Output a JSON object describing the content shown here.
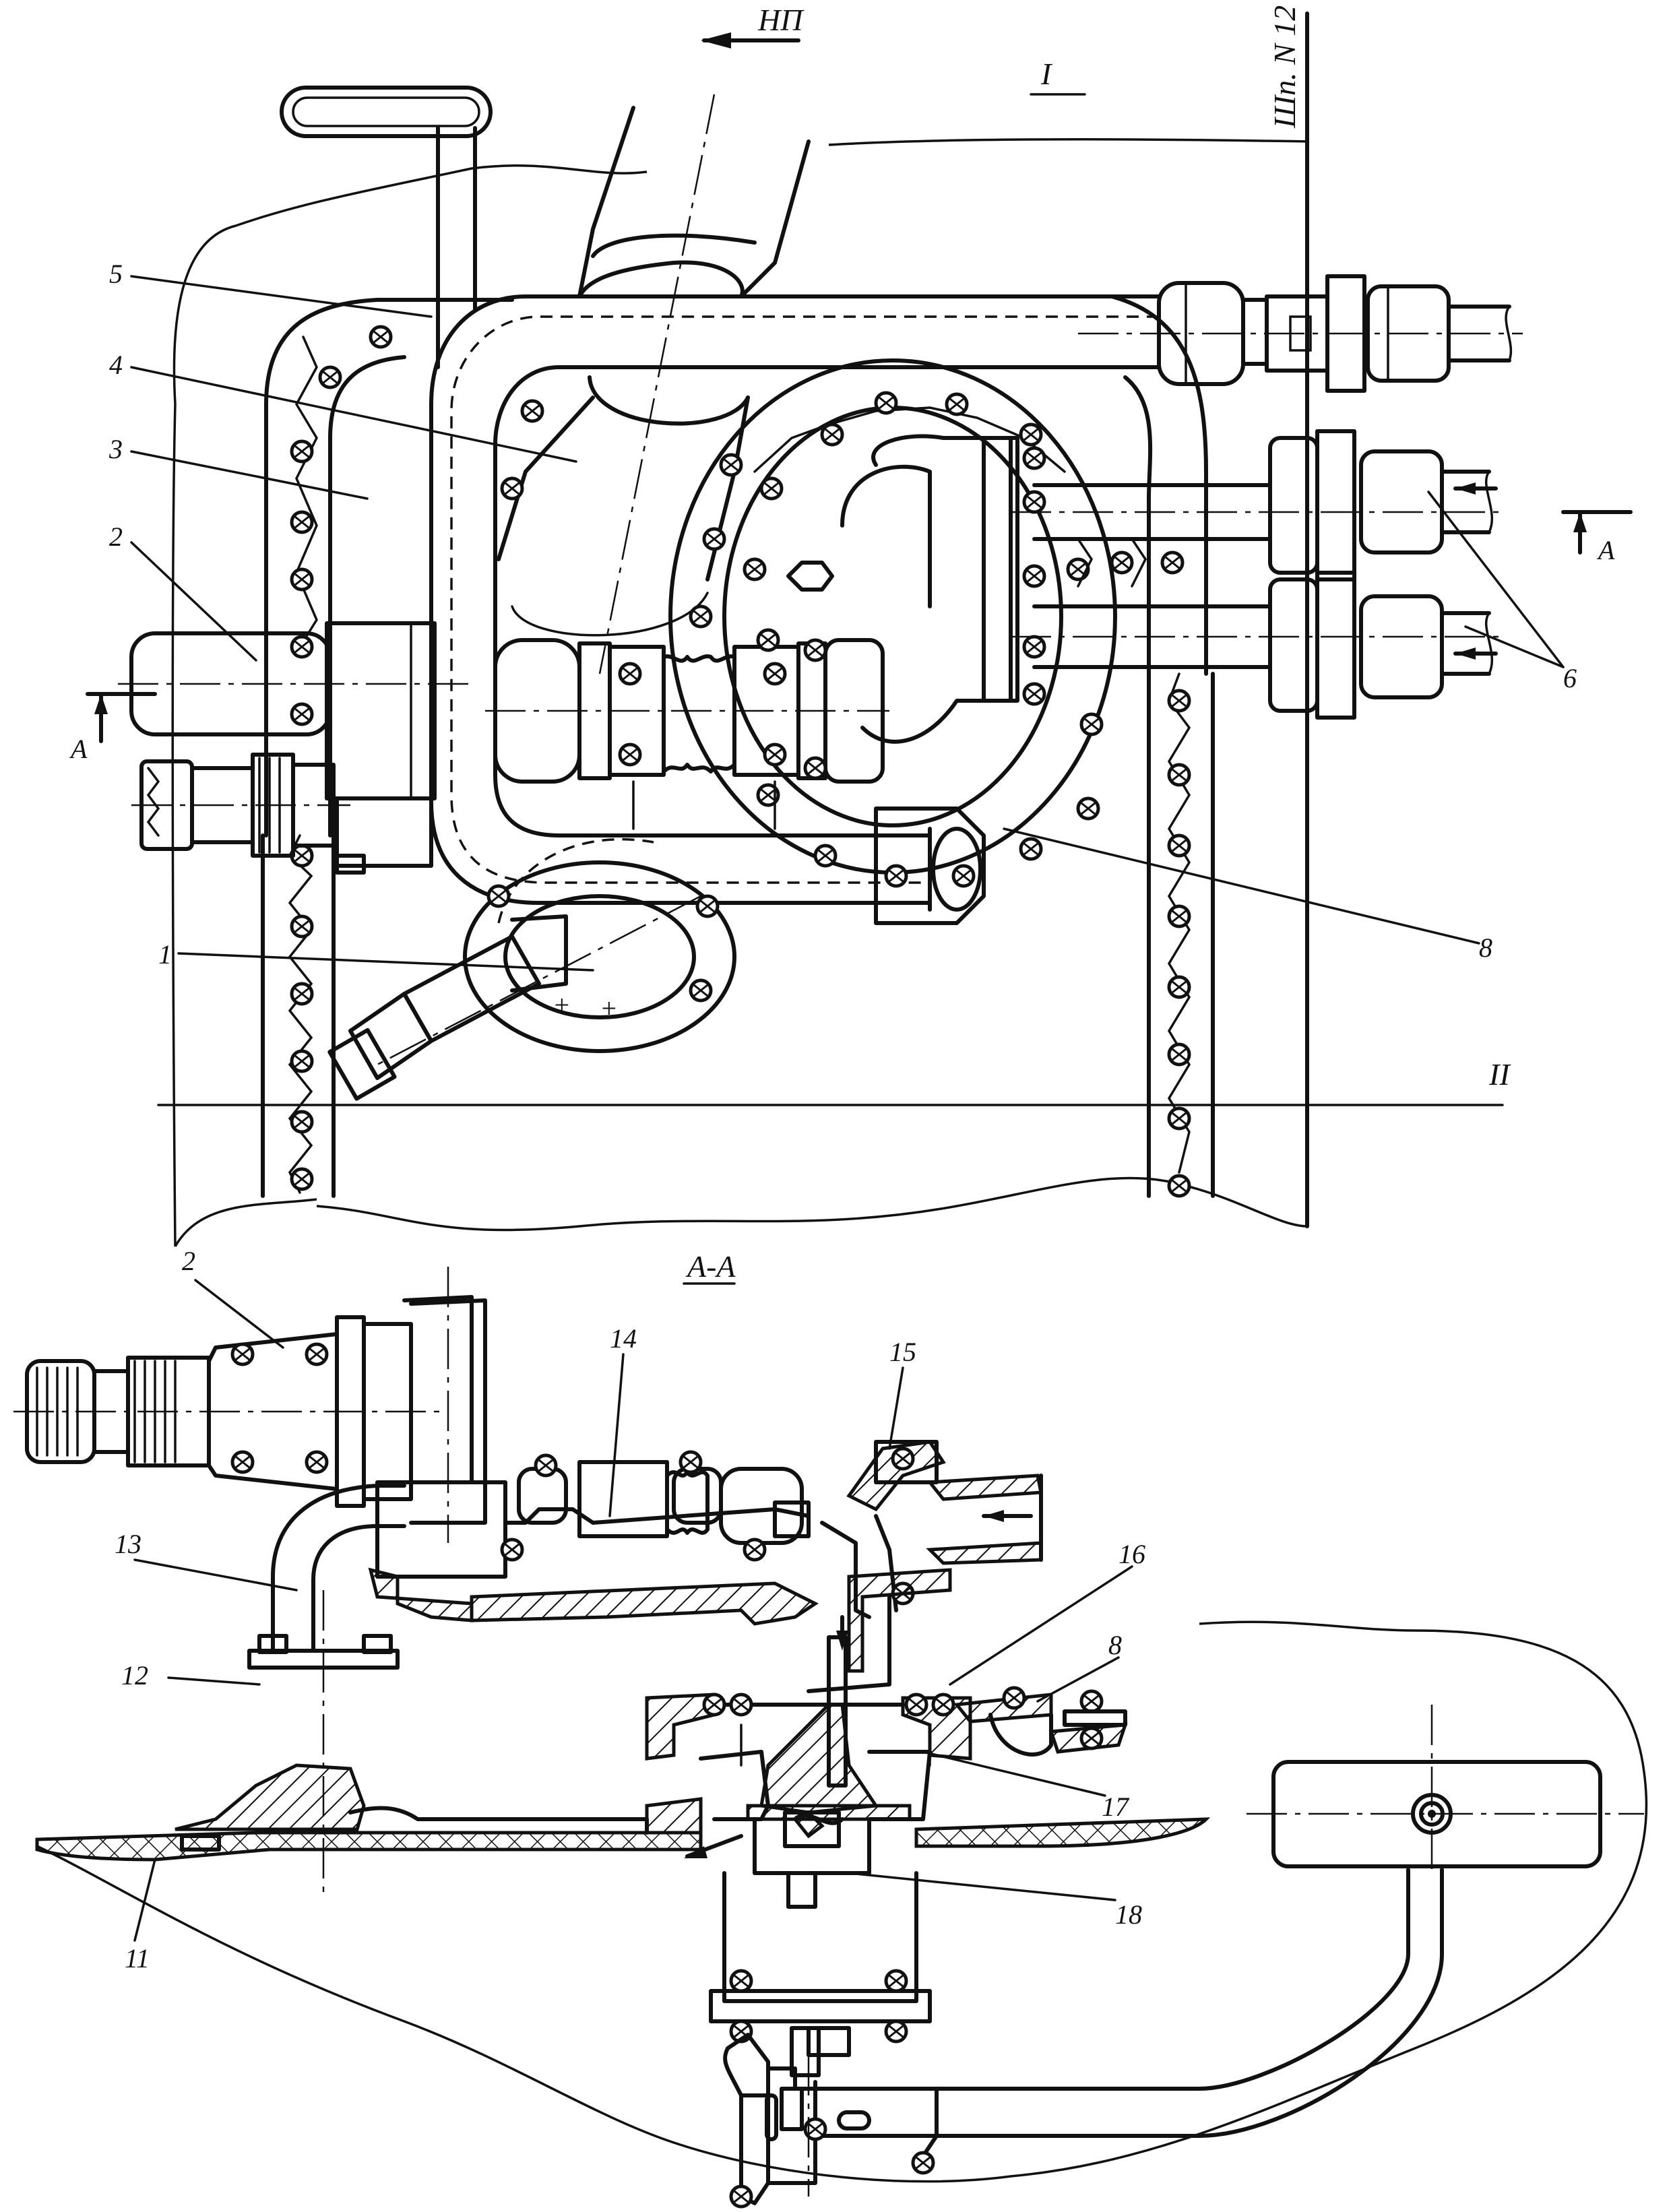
{
  "view_top": {
    "direction_label": "НП",
    "view_label": "I",
    "frame_label": "Шп. N 12",
    "plane_label": "II",
    "section_marker": "A"
  },
  "view_section": {
    "title": "A-A"
  },
  "callouts": {
    "c1": "1",
    "c2": "2",
    "c3": "3",
    "c4": "4",
    "c5": "5",
    "c6": "6",
    "c8": "8",
    "s2": "2",
    "s8": "8",
    "s11": "11",
    "s12": "12",
    "s13": "13",
    "s14": "14",
    "s15": "15",
    "s16": "16",
    "s17": "17",
    "s18": "18"
  }
}
